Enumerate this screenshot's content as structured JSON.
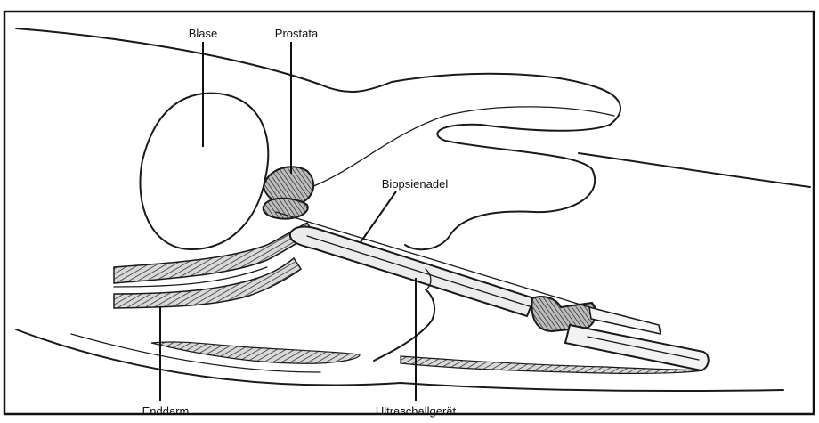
{
  "diagram": {
    "labels": {
      "bladder": "Blase",
      "prostate": "Prostata",
      "biopsy_needle": "Biopsienadel",
      "rectum": "Enddarm",
      "ultrasound_device": "Ultraschallgerät"
    },
    "colors": {
      "ink": "#1a1a1a",
      "shading": "#8a8a8a",
      "background": "#ffffff"
    }
  }
}
